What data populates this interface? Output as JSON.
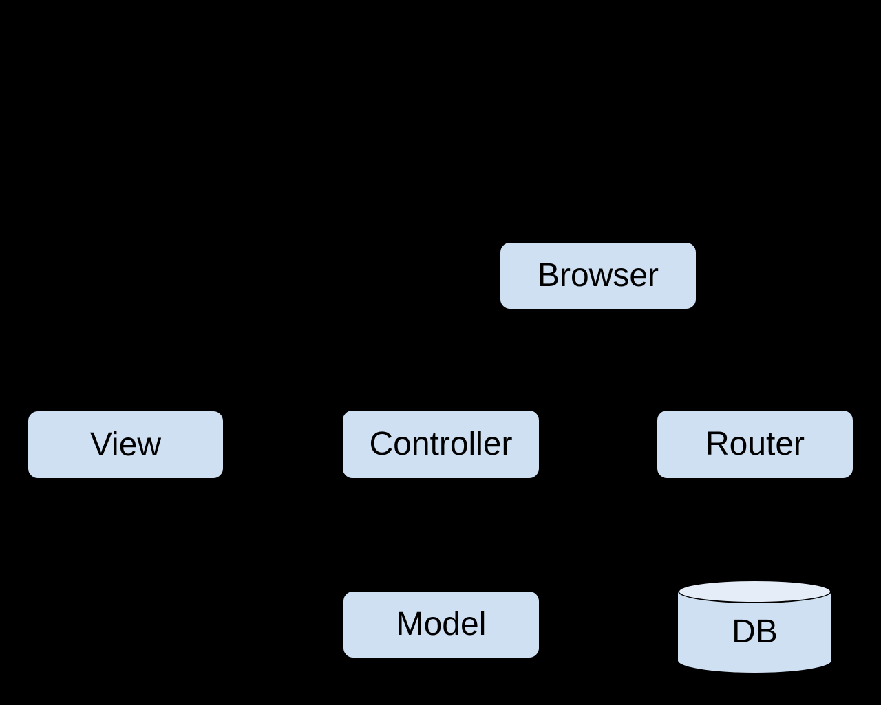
{
  "diagram": {
    "background_color": "#000000",
    "node_fill_color": "#cfe0f2",
    "cylinder_top_fill_color": "#e5edf8",
    "node_text_color": "#000000",
    "nodes": [
      {
        "id": "browser",
        "label": "Browser",
        "shape": "rounded-rect"
      },
      {
        "id": "view",
        "label": "View",
        "shape": "rounded-rect"
      },
      {
        "id": "controller",
        "label": "Controller",
        "shape": "rounded-rect"
      },
      {
        "id": "router",
        "label": "Router",
        "shape": "rounded-rect"
      },
      {
        "id": "model",
        "label": "Model",
        "shape": "rounded-rect"
      },
      {
        "id": "db",
        "label": "DB",
        "shape": "cylinder"
      }
    ]
  }
}
